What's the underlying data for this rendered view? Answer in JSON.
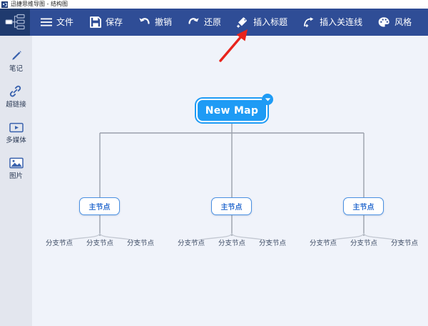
{
  "window": {
    "title": "迅捷思维导图 - 结构图",
    "icon": "app-logo-icon"
  },
  "toolbar": {
    "background": "#2f4d96",
    "items": [
      {
        "label": "文件",
        "icon": "hamburger-menu-icon"
      },
      {
        "label": "保存",
        "icon": "floppy-disk-icon"
      },
      {
        "label": "撤销",
        "icon": "undo-arrow-icon"
      },
      {
        "label": "还原",
        "icon": "redo-arrow-icon"
      },
      {
        "label": "插入标题",
        "icon": "tag-plus-icon"
      },
      {
        "label": "插入关连线",
        "icon": "curve-plus-icon"
      },
      {
        "label": "风格",
        "icon": "palette-icon"
      }
    ]
  },
  "sidebar": {
    "background": "#e3e6ee",
    "items": [
      {
        "label": "笔记",
        "icon": "pen-icon"
      },
      {
        "label": "超链接",
        "icon": "link-icon"
      },
      {
        "label": "多媒体",
        "icon": "video-icon"
      },
      {
        "label": "图片",
        "icon": "image-icon"
      }
    ]
  },
  "canvas": {
    "background": "#f0f3fa",
    "connector_color": "#9aa0ab",
    "root": {
      "label": "New Map",
      "fill": "#1e9bf5",
      "text_color": "#ffffff",
      "selected": true,
      "badge_icon": "chevron-down-icon"
    },
    "main_nodes": [
      {
        "label": "主节点"
      },
      {
        "label": "主节点"
      },
      {
        "label": "主节点"
      }
    ],
    "branch_label": "分支节点",
    "branch_nodes": [
      {
        "label": "分支节点"
      },
      {
        "label": "分支节点"
      },
      {
        "label": "分支节点"
      },
      {
        "label": "分支节点"
      },
      {
        "label": "分支节点"
      },
      {
        "label": "分支节点"
      },
      {
        "label": "分支节点"
      },
      {
        "label": "分支节点"
      },
      {
        "label": "分支节点"
      }
    ],
    "main_node_style": {
      "fill": "#ffffff",
      "border": "#4a90e2",
      "text_color": "#2f6fd0"
    },
    "branch_text_color": "#3b4a63"
  },
  "annotation": {
    "type": "arrow",
    "color": "#e8231c",
    "points_to": "插入标题"
  }
}
